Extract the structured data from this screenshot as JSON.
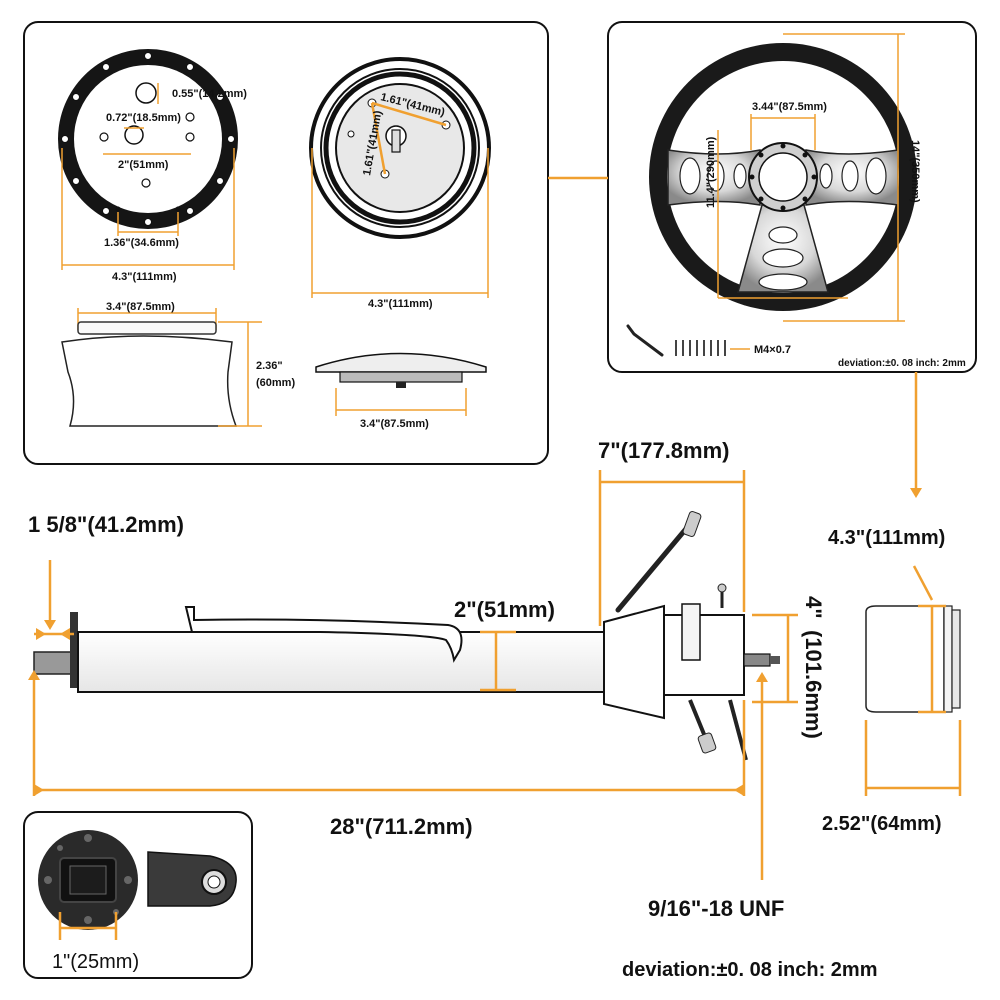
{
  "colors": {
    "dimension": "#f0a030",
    "outline": "#111111",
    "background": "#ffffff"
  },
  "flange": {
    "hole_top": "0.55\"(14.2mm)",
    "center_bore": "0.72\"(18.5mm)",
    "hole_spacing": "2\"(51mm)",
    "lower_holes": "1.36\"(34.6mm)",
    "outer_dia": "4.3\"(111mm)"
  },
  "adapter": {
    "top_dia": "3.4\"(87.5mm)",
    "height_a": "2.36\"",
    "height_b": "(60mm)"
  },
  "horn_plate": {
    "hole_spacing_a": "1.61\"(41mm)",
    "hole_spacing_b": "1.61\"(41mm)",
    "outer_dia": "4.3\"(111mm)",
    "base_dia": "3.4\"(87.5mm)"
  },
  "wheel": {
    "bolt_circle": "3.44\"(87.5mm)",
    "height": "11.4\"(290mm)",
    "diameter": "14\"(350mm)",
    "hardware": "M4×0.7",
    "deviation": "deviation:±0. 08 inch: 2mm"
  },
  "column": {
    "bottom_stub": "1 5/8\"(41.2mm)",
    "tube_dia": "2\"(51mm)",
    "head_length": "7\"(177.8mm)",
    "head_height_a": "4\"",
    "head_height_b": "(101.6mm)",
    "total_length": "28\"(711.2mm)",
    "thread": "9/16\"-18 UNF"
  },
  "collar": {
    "dia": "4.3\"(111mm)",
    "length": "2.52\"(64mm)"
  },
  "coupler": {
    "width": "1\"(25mm)"
  },
  "footer": {
    "deviation": "deviation:±0. 08 inch: 2mm"
  }
}
